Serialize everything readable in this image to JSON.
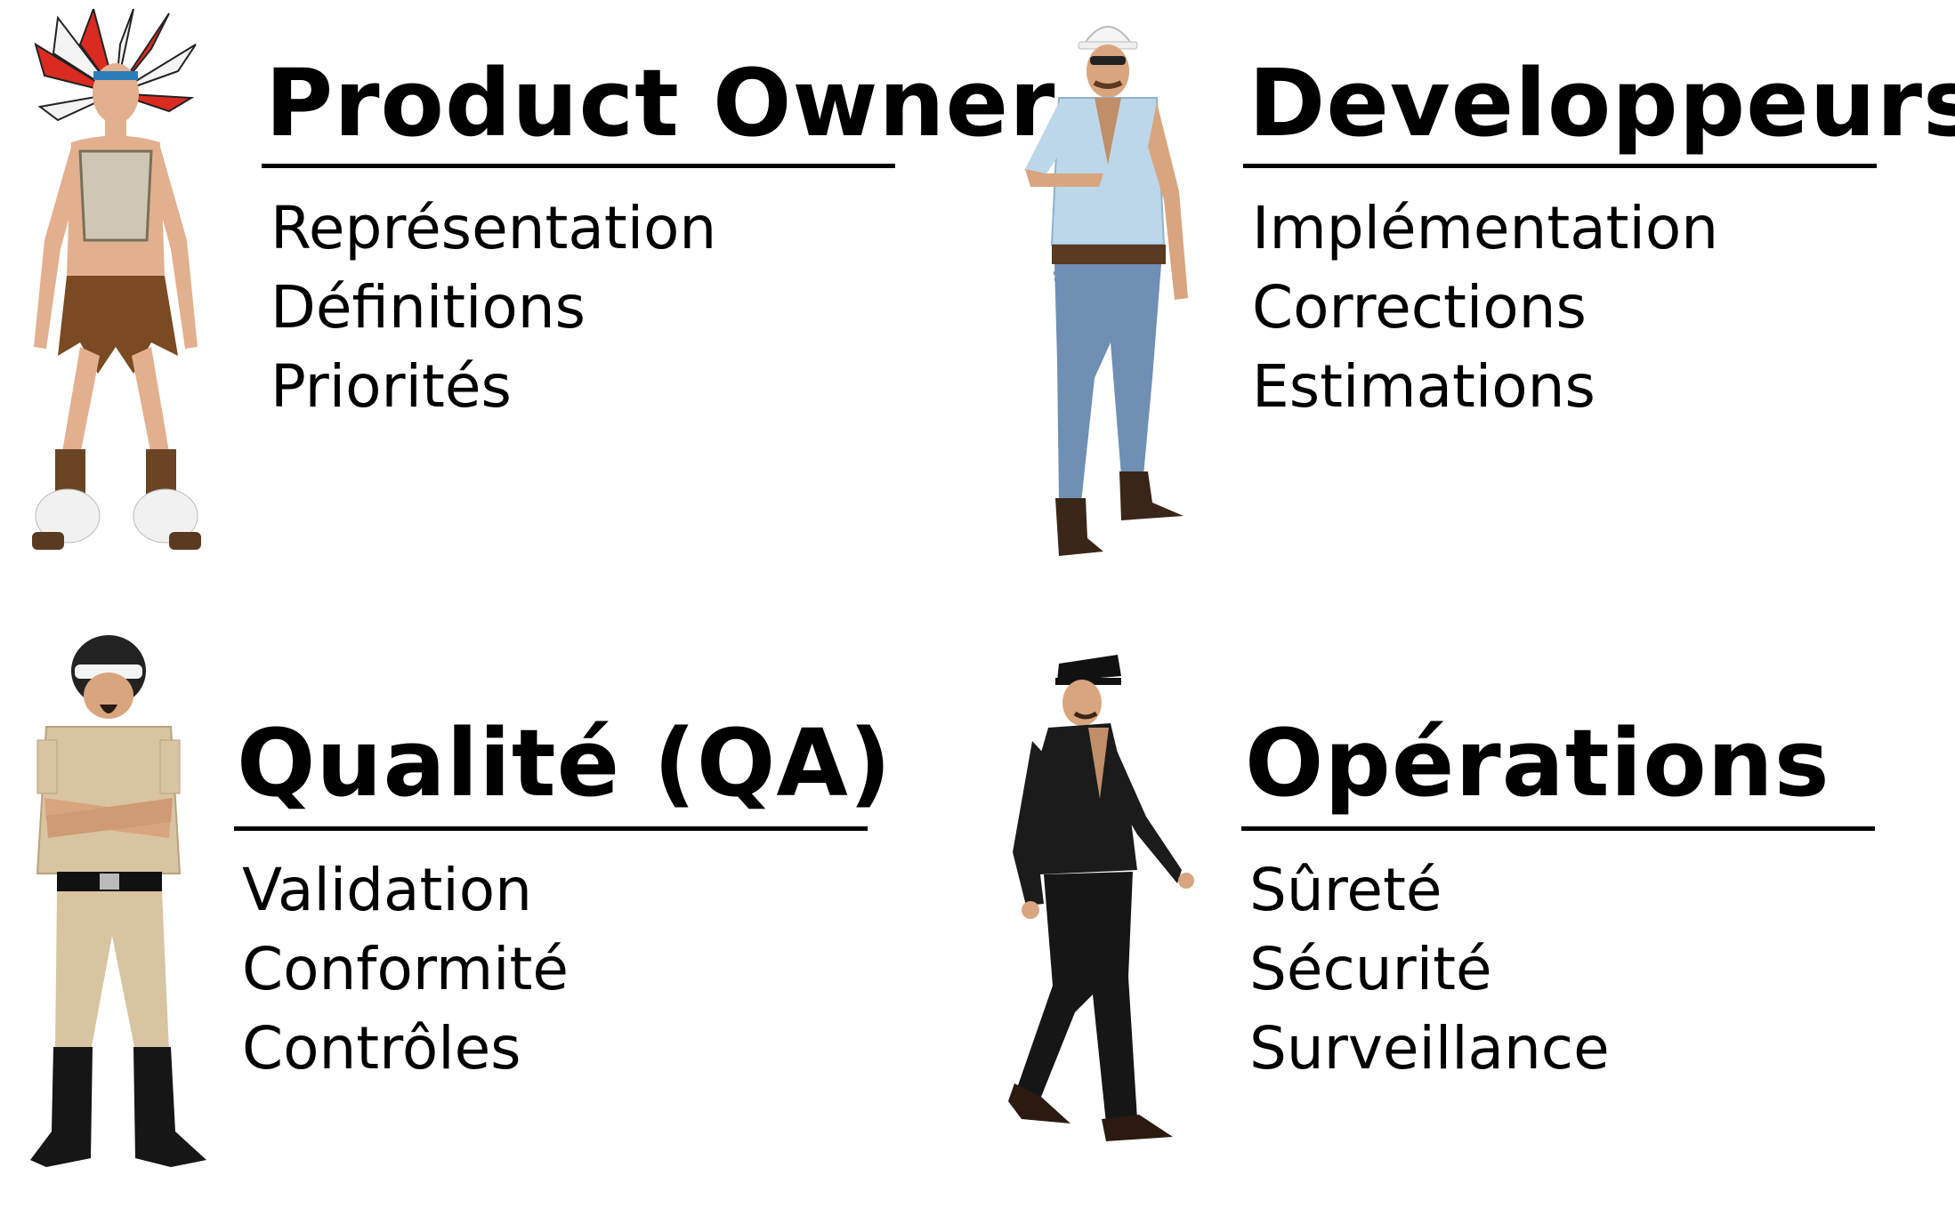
{
  "roles": [
    {
      "id": "product-owner",
      "title": "Product Owner",
      "items": [
        "Représentation",
        "Définitions",
        "Priorités"
      ]
    },
    {
      "id": "developpeurs",
      "title": "Developpeurs",
      "items": [
        "Implémentation",
        "Corrections",
        "Estimations"
      ]
    },
    {
      "id": "qualite",
      "title": "Qualité (QA)",
      "items": [
        "Validation",
        "Conformité",
        "Contrôles"
      ]
    },
    {
      "id": "operations",
      "title": "Opérations",
      "items": [
        "Sûreté",
        "Sécurité",
        "Surveillance"
      ]
    }
  ],
  "figures": {
    "product_owner": "headdress-costume-figure",
    "developpeurs": "construction-worker-figure",
    "qualite": "police-officer-figure",
    "operations": "leather-biker-figure"
  },
  "colors": {
    "text": "#000000",
    "rule": "#000000",
    "background": "#ffffff"
  }
}
